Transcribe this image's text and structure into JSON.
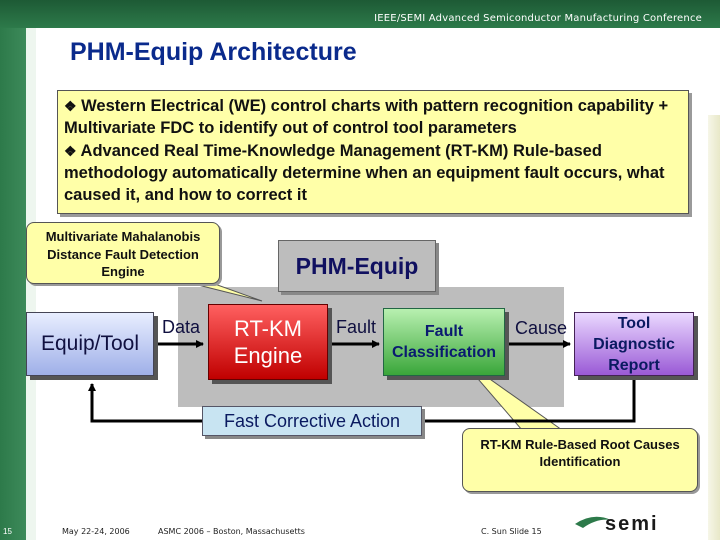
{
  "header": {
    "conference": "IEEE/SEMI Advanced Semiconductor Manufacturing Conference"
  },
  "slide": {
    "title": "PHM-Equip Architecture",
    "bullets": [
      "Western Electrical (WE) control charts with pattern recognition capability + Multivariate FDC to identify out of control tool parameters",
      "Advanced Real Time-Knowledge Management (RT-KM) Rule-based methodology automatically determine when an equipment fault occurs, what caused it, and how to correct it"
    ],
    "bullet_marker": "❖"
  },
  "diagram": {
    "callout_left": "Multivariate Mahalanobis Distance Fault Detection Engine",
    "group_label": "PHM-Equip",
    "nodes": {
      "equip": "Equip/Tool",
      "rtkm_line1": "RT-KM",
      "rtkm_line2": "Engine",
      "fault_line1": "Fault",
      "fault_line2": "Classification",
      "tool_line1": "Tool",
      "tool_line2": "Diagnostic",
      "tool_line3": "Report"
    },
    "edges": {
      "data": "Data",
      "fault": "Fault",
      "cause": "Cause"
    },
    "feedback": "Fast Corrective Action",
    "callout_right": "RT-KM Rule-Based Root Causes Identification"
  },
  "footer": {
    "page": "15",
    "date": "May 22-24, 2006",
    "event": "ASMC 2006 – Boston, Massachusetts",
    "slide": "C. Sun Slide 15",
    "logo_text": "semi"
  },
  "colors": {
    "title": "#0a2a8c",
    "accent_green": "#2d7a4a",
    "callout": "#ffffa8"
  }
}
